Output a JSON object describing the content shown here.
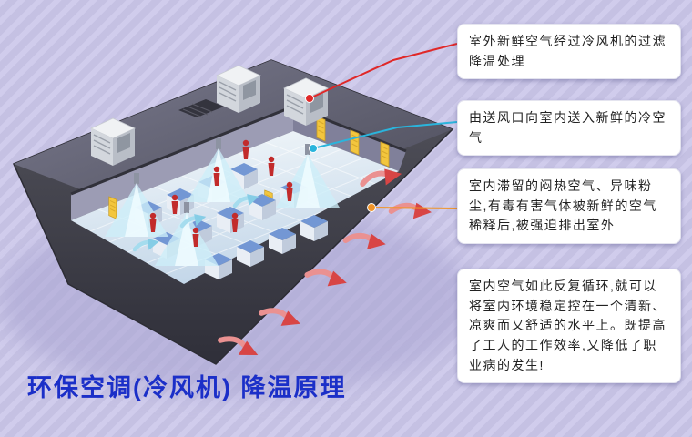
{
  "page": {
    "background_base": "#c5c1e3",
    "background_stripe": "#d0ccec"
  },
  "title": {
    "text": "环保空调(冷风机) 降温原理",
    "color": "#1b2fc8"
  },
  "callouts": [
    {
      "text": "室外新鲜空气经过冷风机的过滤降温处理",
      "connector_color": "#e02828"
    },
    {
      "text": "由送风口向室内送入新鲜的冷空气",
      "connector_color": "#2ab4dc"
    },
    {
      "text": "室内滞留的闷热空气、异味粉尘,有毒有害气体被新鲜的空气稀释后,被强迫排出室外",
      "connector_color": "#f09428"
    },
    {
      "text": "室内空气如此反复循环,就可以将室内环境稳定控在一个清新、凉爽而又舒适的水平上。既提高了工人的工作效率,又降低了职业病的发生!",
      "connector_color": ""
    }
  ],
  "diagram": {
    "colors": {
      "roof": "#5a5a66",
      "wall": "#3c3c45",
      "floor": "#dce8f2",
      "cool_air": "#cdeef9",
      "exhaust_arrow": "#d84545",
      "worker": "#c22b2b",
      "vent": "#f3c63e"
    }
  }
}
